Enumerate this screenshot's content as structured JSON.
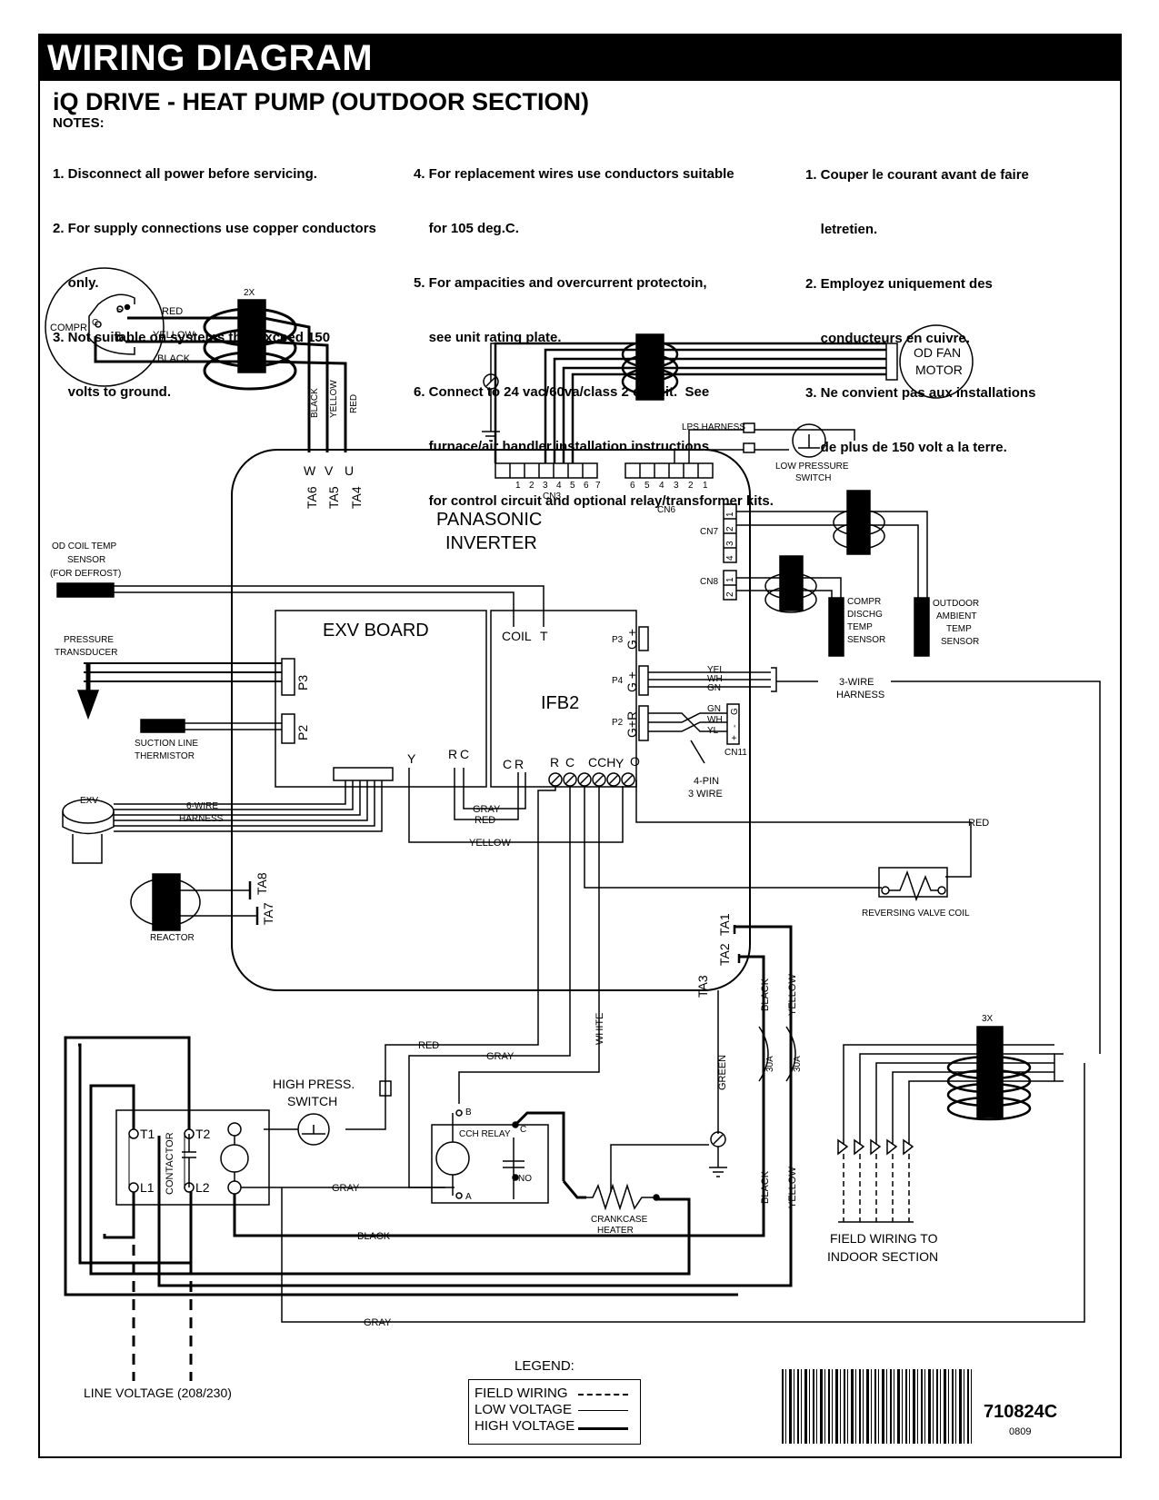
{
  "header": {
    "title": "WIRING DIAGRAM",
    "subtitle": "iQ DRIVE - HEAT PUMP (OUTDOOR SECTION)",
    "notes_heading": "NOTES:"
  },
  "notes": {
    "col1": [
      "1. Disconnect all power before servicing.",
      "2. For supply connections use copper conductors",
      "    only.",
      "3. Not suitable on systems that exceed 150",
      "    volts to ground."
    ],
    "col2": [
      "4. For replacement wires use conductors suitable",
      "    for 105 deg.C.",
      "5. For ampacities and overcurrent protectoin,",
      "    see unit rating plate.",
      "6. Connect to 24 vac/60va/class 2 circuit.  See",
      "    furnace/air handler installation instructions",
      "    for control circuit and optional relay/transformer kits."
    ],
    "col3": [
      "1. Couper le courant avant de faire",
      "    letretien.",
      "2. Employez uniquement des",
      "    conducteurs en cuivre.",
      "3. Ne convient pas aux installations",
      "    de plus de 150 volt a la terre."
    ]
  },
  "components": {
    "compr": "COMPR",
    "compr_s": "S",
    "compr_c": "C",
    "compr_r": "R",
    "od_fan_motor": [
      "OD FAN",
      "MOTOR"
    ],
    "panasonic_inverter": [
      "PANASONIC",
      "INVERTER"
    ],
    "exv_board": "EXV BOARD",
    "ifb2": "IFB2",
    "lps_harness": "LPS HARNESS",
    "low_pressure_switch": [
      "LOW PRESSURE",
      "SWITCH"
    ],
    "od_coil_temp_sensor": [
      "OD COIL TEMP",
      "SENSOR",
      "(FOR DEFROST)"
    ],
    "pressure_transducer": [
      "PRESSURE",
      "TRANSDUCER"
    ],
    "suction_line_thermistor": [
      "SUCTION LINE",
      "THERMISTOR"
    ],
    "exv": "EXV",
    "six_wire_harness": [
      "6-WIRE",
      "HARNESS"
    ],
    "reactor": "REACTOR",
    "compr_dischg_temp_sensor": [
      "COMPR",
      "DISCHG",
      "TEMP",
      "SENSOR"
    ],
    "outdoor_ambient_temp_sensor": [
      "OUTDOOR",
      "AMBIENT",
      "TEMP",
      "SENSOR"
    ],
    "three_wire_harness": [
      "3-WIRE",
      "HARNESS"
    ],
    "four_pin_3_wire": [
      "4-PIN",
      "3 WIRE"
    ],
    "reversing_valve_coil": "REVERSING VALVE COIL",
    "high_press_switch": [
      "HIGH PRESS.",
      "SWITCH"
    ],
    "cch_relay": "CCH RELAY",
    "crankcase_heater": [
      "CRANKCASE",
      "HEATER"
    ],
    "contactor": "CONTACTOR",
    "field_wiring_to_indoor": [
      "FIELD WIRING TO",
      "INDOOR SECTION"
    ],
    "line_voltage": "LINE VOLTAGE (208/230)",
    "fuse_rating": "30A"
  },
  "connectors": {
    "cn3": "CN3",
    "cn6": "CN6",
    "cn7": "CN7",
    "cn8": "CN8",
    "cn11": "CN11",
    "cn3_pins": [
      "1",
      "2",
      "3",
      "4",
      "5",
      "6",
      "7"
    ],
    "cn6_pins": [
      "6",
      "5",
      "4",
      "3",
      "2",
      "1"
    ],
    "cn7_pins": [
      "4",
      "3",
      "2",
      "1"
    ],
    "cn8_pins": [
      "2",
      "1"
    ],
    "cn11_pins": [
      "G",
      "-",
      "+"
    ],
    "p3": "P3",
    "p2": "P2",
    "p4": "P4",
    "ifb2_p3_pins": "G +",
    "ifb2_p4_pins": "G +",
    "ifb2_p2_pins": "G+R",
    "terminals_w": "W",
    "terminals_v": "V",
    "terminals_u": "U",
    "ta6": "TA6",
    "ta5": "TA5",
    "ta4": "TA4",
    "ta8": "TA8",
    "ta7": "TA7",
    "ta1": "TA1",
    "ta2": "TA2",
    "ta3": "TA3",
    "coil": "COIL",
    "t": "T",
    "exv_y": "Y",
    "exv_r": "R",
    "exv_c": "C",
    "ifb2_c": "C",
    "ifb2_r": "R",
    "ifb2_term_r": "R",
    "ifb2_term_c": "C",
    "ifb2_term_cch": "CCH",
    "ifb2_term_y": "Y",
    "ifb2_term_o": "O",
    "t1": "T1",
    "t2": "T2",
    "l1": "L1",
    "l2": "L2",
    "relay_b": "B",
    "relay_a": "A",
    "relay_c": "C",
    "relay_no": "NO",
    "two_x": "2X",
    "three_x": "3X"
  },
  "wire_labels": {
    "red": "RED",
    "yellow": "YELLOW",
    "black": "BLACK",
    "gray": "GRAY",
    "white": "WHITE",
    "green": "GREEN",
    "yel": "YEL",
    "wh": "WH",
    "gn": "GN",
    "yl": "YL"
  },
  "legend": {
    "title": "LEGEND:",
    "field_wiring": "FIELD WIRING",
    "low_voltage": "LOW VOLTAGE",
    "high_voltage": "HIGH VOLTAGE"
  },
  "doc": {
    "number": "710824C",
    "date_code": "0809"
  }
}
